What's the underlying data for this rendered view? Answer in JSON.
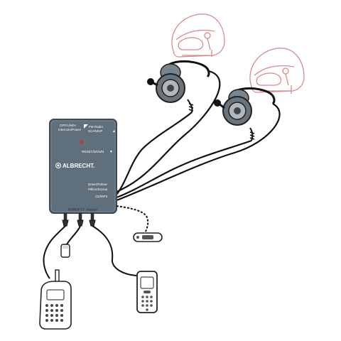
{
  "unit": {
    "brand": "ALBRECHT.",
    "labels": {
      "off_line1": "OFF/L/M/H",
      "off_line2": "Intercom/Power",
      "fm_line1": "FM Radio",
      "fm_line2": "SCAN/UP",
      "reset": "RESET/DOWN",
      "driver_line1": "Driver/Fahrer",
      "driver_line2": "Pillion/Sozius",
      "cd": "CD/MP3"
    },
    "ports": {
      "pwr": "PWR",
      "ptt": "PTT",
      "hands": "Hands"
    }
  },
  "colors": {
    "unit_body": "#5f6f7c",
    "unit_edge": "#3f4a54",
    "cable": "#111111",
    "helmet_stroke": "#d98a8a",
    "led": "#c0392b",
    "device_fill": "#ffffff",
    "device_stroke": "#222222",
    "speaker_fill": "#7a848c"
  },
  "icons": {
    "helmet_1": "helmet-icon",
    "helmet_2": "helmet-icon",
    "headset_1": "headset-icon",
    "headset_2": "headset-icon",
    "radio": "walkie-talkie-icon",
    "phone": "mobile-phone-icon",
    "mp3": "mp3-player-icon",
    "plug": "power-plug-icon"
  }
}
